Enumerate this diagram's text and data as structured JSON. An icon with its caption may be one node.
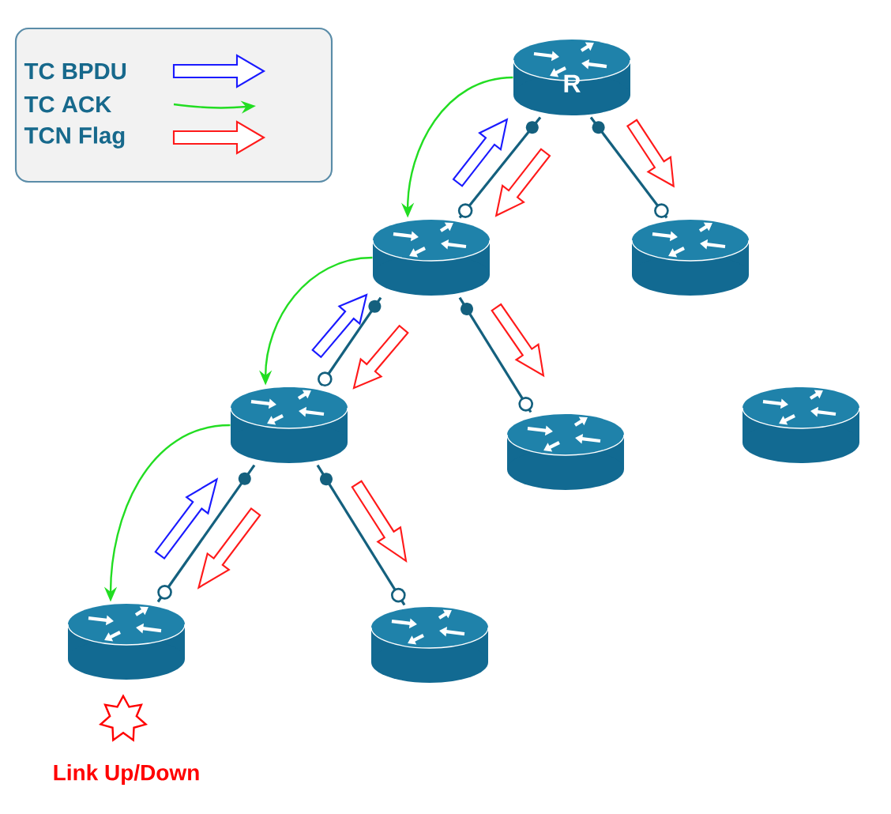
{
  "diagram": {
    "nodes": [
      {
        "text": [
          "R"
        ]
      },
      {
        "text": [],
        "shape": "cylinder"
      },
      {
        "text": [],
        "shape": "cylinder"
      },
      {
        "text": [],
        "shape": "cylinder"
      },
      {
        "text": [],
        "shape": "cylinder"
      },
      {
        "text": [],
        "shape": "cylinder"
      },
      {
        "text": [],
        "shape": "cylinder"
      },
      {
        "text": [],
        "shape": "cylinder"
      },
      {
        "text": [
          "Link Up/Down"
        ]
      }
    ],
    "edges": [
      {
        "from": 0,
        "to": 1,
        "arrow": "other"
      },
      {
        "from": 0,
        "to": 2,
        "arrow": "other"
      },
      {
        "from": 1,
        "to": 3,
        "arrow": "other"
      },
      {
        "from": 1,
        "to": 4,
        "arrow": "other"
      },
      {
        "from": 3,
        "to": 6,
        "arrow": "other"
      },
      {
        "from": 3,
        "to": 7,
        "arrow": "other"
      },
      {
        "from": 0,
        "to": 1,
        "arrow": "to",
        "color": "#22dd22"
      },
      {
        "from": 1,
        "to": 3,
        "arrow": "to",
        "color": "#22dd22"
      },
      {
        "from": 3,
        "to": 6,
        "arrow": "to",
        "color": "#22dd22"
      },
      {
        "from": 1,
        "to": 0,
        "arrow": "to",
        "style": "thick",
        "color": "#1a1aff"
      },
      {
        "from": 3,
        "to": 1,
        "arrow": "to",
        "style": "thick",
        "color": "#1a1aff"
      },
      {
        "from": 6,
        "to": 3,
        "arrow": "to",
        "style": "thick",
        "color": "#1a1aff"
      },
      {
        "from": 0,
        "to": 1,
        "arrow": "to",
        "style": "thick",
        "color": "#ff1a1a"
      },
      {
        "from": 0,
        "to": 2,
        "arrow": "to",
        "style": "thick",
        "color": "#ff1a1a"
      },
      {
        "from": 1,
        "to": 3,
        "arrow": "to",
        "style": "thick",
        "color": "#ff1a1a"
      },
      {
        "from": 1,
        "to": 4,
        "arrow": "to",
        "style": "thick",
        "color": "#ff1a1a"
      },
      {
        "from": 3,
        "to": 6,
        "arrow": "to",
        "style": "thick",
        "color": "#ff1a1a"
      },
      {
        "from": 3,
        "to": 7,
        "arrow": "to",
        "style": "thick",
        "color": "#ff1a1a"
      }
    ],
    "legend": [
      {
        "text": "TC BPDU"
      },
      {
        "text": "TC ACK"
      },
      {
        "text": "TCN Flag"
      }
    ]
  }
}
